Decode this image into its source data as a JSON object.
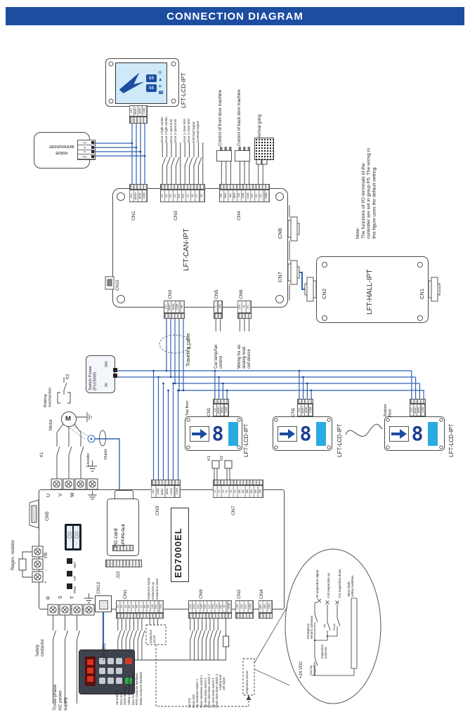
{
  "header": {
    "title": "CONNECTION DIAGRAM"
  },
  "colors": {
    "header_bg": "#1c4da0",
    "wire_blue": "#2f62b5",
    "lcd_blue": "#29abe2",
    "logo_blue": "#1c4da0"
  },
  "note": "Note:\nThe functions of I/O terminals of the\ncontroller are set in group F5. The wiring in\nthis figure uses the default setting.",
  "car_display": {
    "name": "LFT-LCD-IPT",
    "pins": [
      "24V",
      "MOD+",
      "MOD-",
      "COM"
    ],
    "icons": [
      "⊖",
      "▲",
      "✕",
      "☎"
    ],
    "blocks": [
      "88",
      "88"
    ]
  },
  "voice_announcer": {
    "name": "voice\nannouncer",
    "pins": [
      "0V",
      "B",
      "A",
      "24V"
    ]
  },
  "can_board": {
    "name": "LFT-CAN-IPT",
    "cn1": {
      "label": "CN1",
      "pins": [
        "24V",
        "MOD+",
        "MOD-",
        "COM"
      ]
    },
    "cn3": {
      "label": "CN3",
      "pins": [
        "X1",
        "X2",
        "X3",
        "X4",
        "P24",
        "P24",
        "X5",
        "X6",
        "X7",
        "X8"
      ]
    },
    "cn4": {
      "label": "CN4",
      "pins": [
        "FM",
        "FM1",
        "BM",
        "BM1",
        "CM",
        "CM1",
        "COM",
        "D0",
        "D1",
        "D2",
        "COM"
      ]
    },
    "cn8": "CN8",
    "cn7": "CN7",
    "cn10": "CN10",
    "cn2": {
      "label": "CN2",
      "pins": [
        "24V",
        "MOD+",
        "MOD-",
        "COM",
        "PE"
      ]
    },
    "cn5": {
      "label": "CN5",
      "pins": [
        "A",
        "AM"
      ]
    },
    "cn6": {
      "label": "CN6",
      "pins": [
        "24V",
        "AI",
        "0V"
      ]
    }
  },
  "hall_board": {
    "name": "LFT-HALL-IPT",
    "cn2": "CN2",
    "cn1": "CN1"
  },
  "controller": {
    "name": "ED7000EL",
    "cn5": "CN5",
    "cn12": "CN12",
    "j12": "J12",
    "pg_card": {
      "title": "PG card",
      "model": "LFT-PG-GL6"
    },
    "keys": [
      "SET",
      "UP",
      "PRG"
    ],
    "seg_digits": [
      "8",
      "8"
    ],
    "cn3": {
      "label": "CN3",
      "pins": [
        "24V",
        "COM",
        "MOD+",
        "MOD-",
        "CANH",
        "CANL"
      ]
    },
    "cn7": {
      "label": "CN7",
      "pins": [
        "Y1",
        "Y2",
        "Y3",
        "Y4",
        "Y5",
        "Y6",
        "M1",
        "M2",
        "M3",
        "M4",
        "M5",
        "M6"
      ]
    },
    "cn1": {
      "label": "CN1",
      "pins": [
        "X1",
        "X2",
        "X3",
        "X4",
        "X5",
        "X6",
        "X7",
        "X8",
        "X9",
        "X10",
        "X11",
        "24V"
      ]
    },
    "cn9": {
      "label": "CN9",
      "pins": [
        "X12",
        "X13",
        "X14",
        "X15",
        "X16",
        "X17",
        "X18",
        "X19",
        "10V",
        "AI",
        "ACM"
      ]
    },
    "cn2": {
      "label": "CN2",
      "pins": [
        "X25",
        "X26",
        "X27",
        "COM"
      ]
    },
    "cn4": {
      "label": "CN4",
      "pins": [
        "485+",
        "485-",
        "GND"
      ]
    },
    "power_terms": [
      "R",
      "S",
      "T"
    ],
    "brake_terms": [
      "PB",
      "-",
      "+"
    ]
  },
  "hall_displays": {
    "name": "LFT-LCD-IPT",
    "cn1": "CN1",
    "pins": [
      "24V",
      "MOD+",
      "MOD-",
      "COM"
    ],
    "digit": "8",
    "top": "Top floor",
    "bottom": "Bottom\nfloor"
  },
  "labels": {
    "door_signals_1": [
      "Door 1 light curtain",
      "Door 2 light curtain",
      "Door 1 open limit",
      "Door 2 open limit"
    ],
    "door_signals_2": [
      "Door 1 close limit",
      "Door 2 close limit",
      "Full-load signal",
      "Overload signal"
    ],
    "front_door": "Control of front door machine",
    "back_door": "Control of back door machine",
    "arrival_gong": "Arrival gong",
    "traveling_cable": "Traveling cable",
    "car_lamp": "Car lamp/fan\ncontrol",
    "load_cell": "Wiring for an\nanalog load\ncell device",
    "switch_power": "Switch Power\n(P≥150W)",
    "v24": "24V",
    "v0": "0V",
    "braking": "Braking\nmechanism",
    "k2": "K2",
    "k1": "K1",
    "motor": "Motor",
    "motor_m": "M",
    "encoder": "Encoder",
    "shield": "Shield",
    "uvw": [
      "U",
      "V",
      "W"
    ],
    "regen": "Regen. resistor",
    "safety_contactor": "Safety\ncontactor",
    "three_phase": "Three-phase\nAC power\nsupply",
    "p24vdc": "+24 VDC",
    "cn1_signals": [
      "Up leveling",
      "Door zone",
      "Down leveling",
      "Safety circuit feedback",
      "Door lock circuit feedback",
      "RUN contactor feedback",
      "Brake contactor feedback"
    ],
    "inspection_pins": [
      "Inspection signal",
      "Inspection up",
      "Inspection down"
    ],
    "inspection_circuit": "Inspection\ncircuit",
    "inspection_circuit2": "Inspection circuit",
    "cn9_signals": [
      "Up limit",
      "Down limit",
      "Up slowdown switch 1",
      "Down slowdown switch 1",
      "Up slow-down switch 2",
      "Down slow-down switch 2",
      "Up slow-down switch 3",
      "Down slow-down switch 3"
    ],
    "analog_load": "Analog load\ncell signal"
  },
  "oval": {
    "p24vdc": "+24 VDC",
    "car_top": "Car top\ninspection",
    "common": "Inspection\ncommon",
    "emergency": "Emergency\nelectric operation",
    "up": "Up",
    "down": "Down",
    "x9": "X9  Inspection signal",
    "x10": "X10  Inspection up",
    "x11": "X11  Inspection down",
    "shaft": "Short shaft\nsafety switches"
  }
}
